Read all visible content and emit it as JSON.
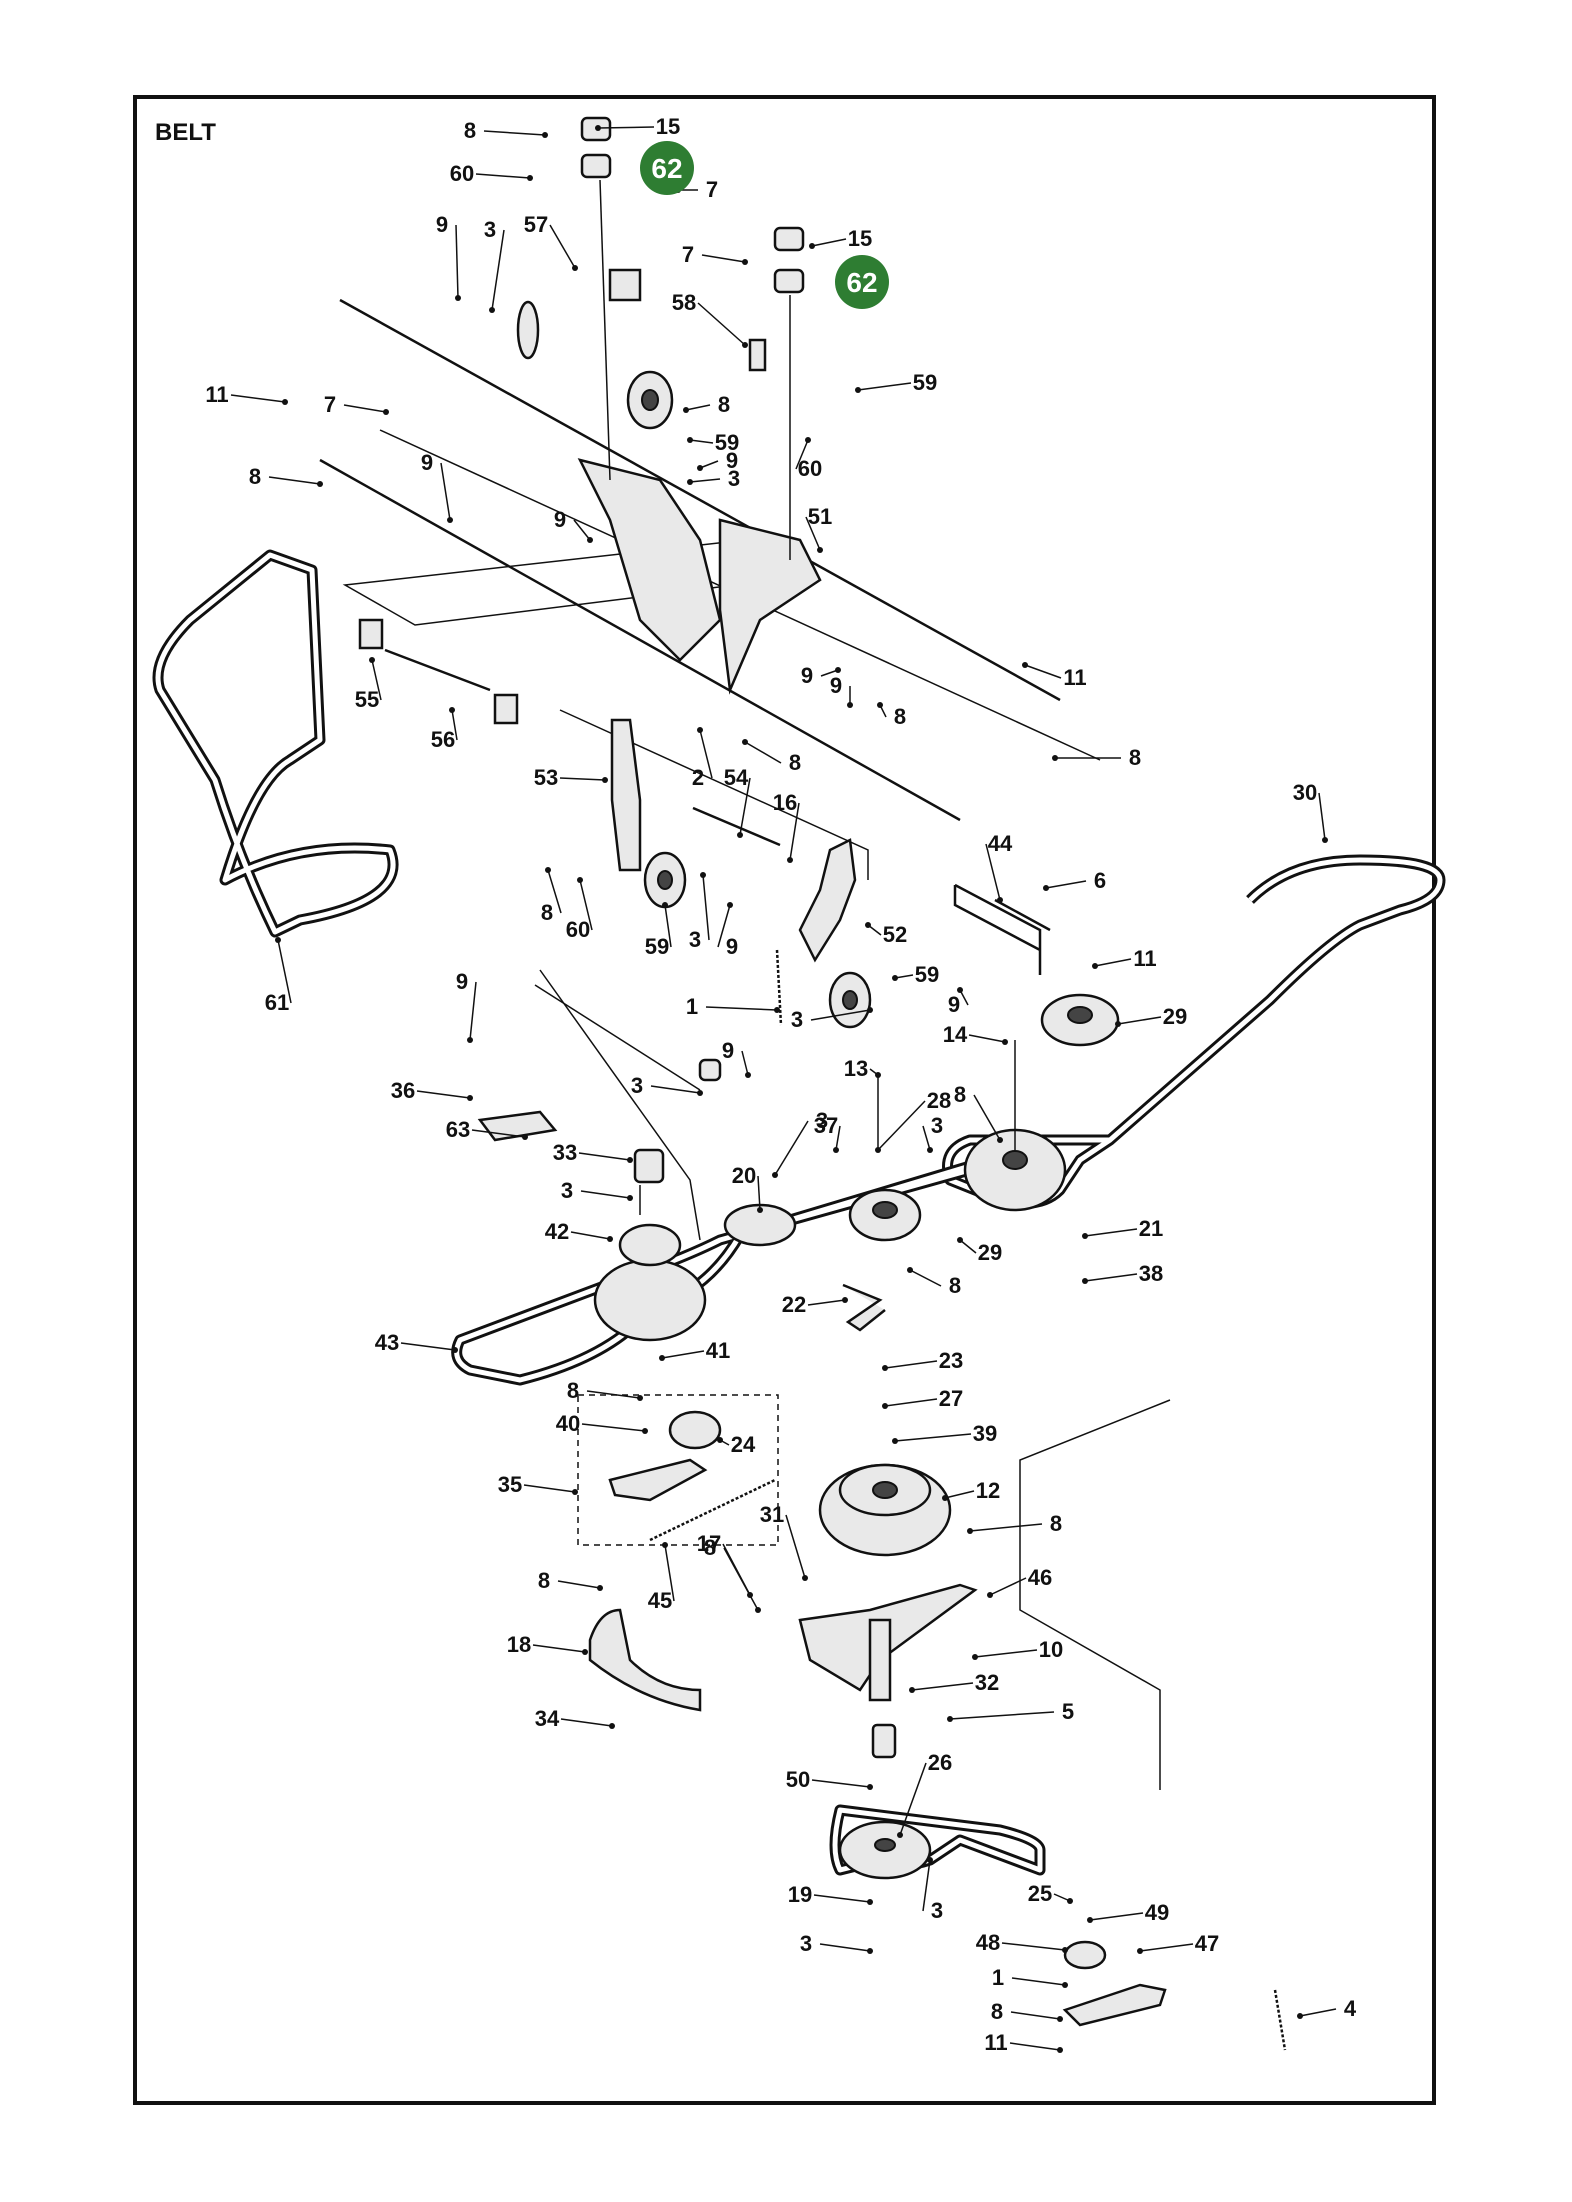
{
  "diagram": {
    "title": "BELT",
    "highlight_color": "#2e7d32",
    "highlight_callouts": [
      "62",
      "62"
    ],
    "callouts": [
      "8",
      "15",
      "60",
      "7",
      "9",
      "3",
      "57",
      "7",
      "15",
      "58",
      "59",
      "8",
      "11",
      "7",
      "59",
      "3",
      "9",
      "60",
      "8",
      "9",
      "9",
      "51",
      "11",
      "9",
      "9",
      "8",
      "8",
      "55",
      "56",
      "2",
      "8",
      "53",
      "54",
      "16",
      "44",
      "6",
      "30",
      "8",
      "60",
      "59",
      "3",
      "9",
      "52",
      "59",
      "11",
      "61",
      "9",
      "1",
      "3",
      "9",
      "14",
      "29",
      "36",
      "9",
      "13",
      "3",
      "28",
      "8",
      "63",
      "3",
      "3",
      "21",
      "33",
      "20",
      "3",
      "37",
      "42",
      "29",
      "8",
      "38",
      "43",
      "22",
      "41",
      "23",
      "8",
      "27",
      "40",
      "24",
      "39",
      "35",
      "12",
      "8",
      "10",
      "31",
      "17",
      "46",
      "8",
      "45",
      "8",
      "18",
      "32",
      "34",
      "5",
      "26",
      "50",
      "19",
      "3",
      "25",
      "49",
      "3",
      "48",
      "47",
      "1",
      "8",
      "4",
      "11"
    ]
  }
}
